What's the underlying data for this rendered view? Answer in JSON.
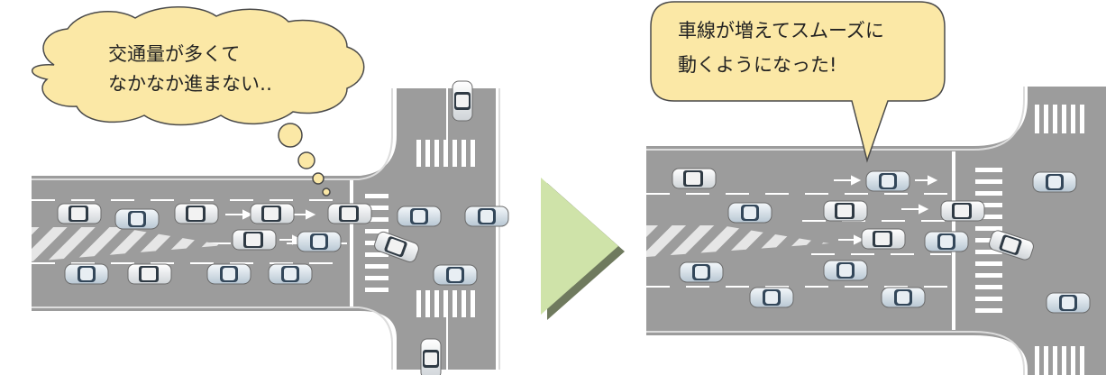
{
  "before": {
    "bubble_line1": "交通量が多くて",
    "bubble_line2": "なかなか進まない‥"
  },
  "after": {
    "bubble_line1": "車線が増えてスムーズに",
    "bubble_line2": "動くようになった!"
  },
  "colors": {
    "asphalt": "#9c9c9c",
    "bubble_fill": "#fbe8a6",
    "arrow_fill": "#cfe3a9",
    "background": "#ffffff"
  }
}
